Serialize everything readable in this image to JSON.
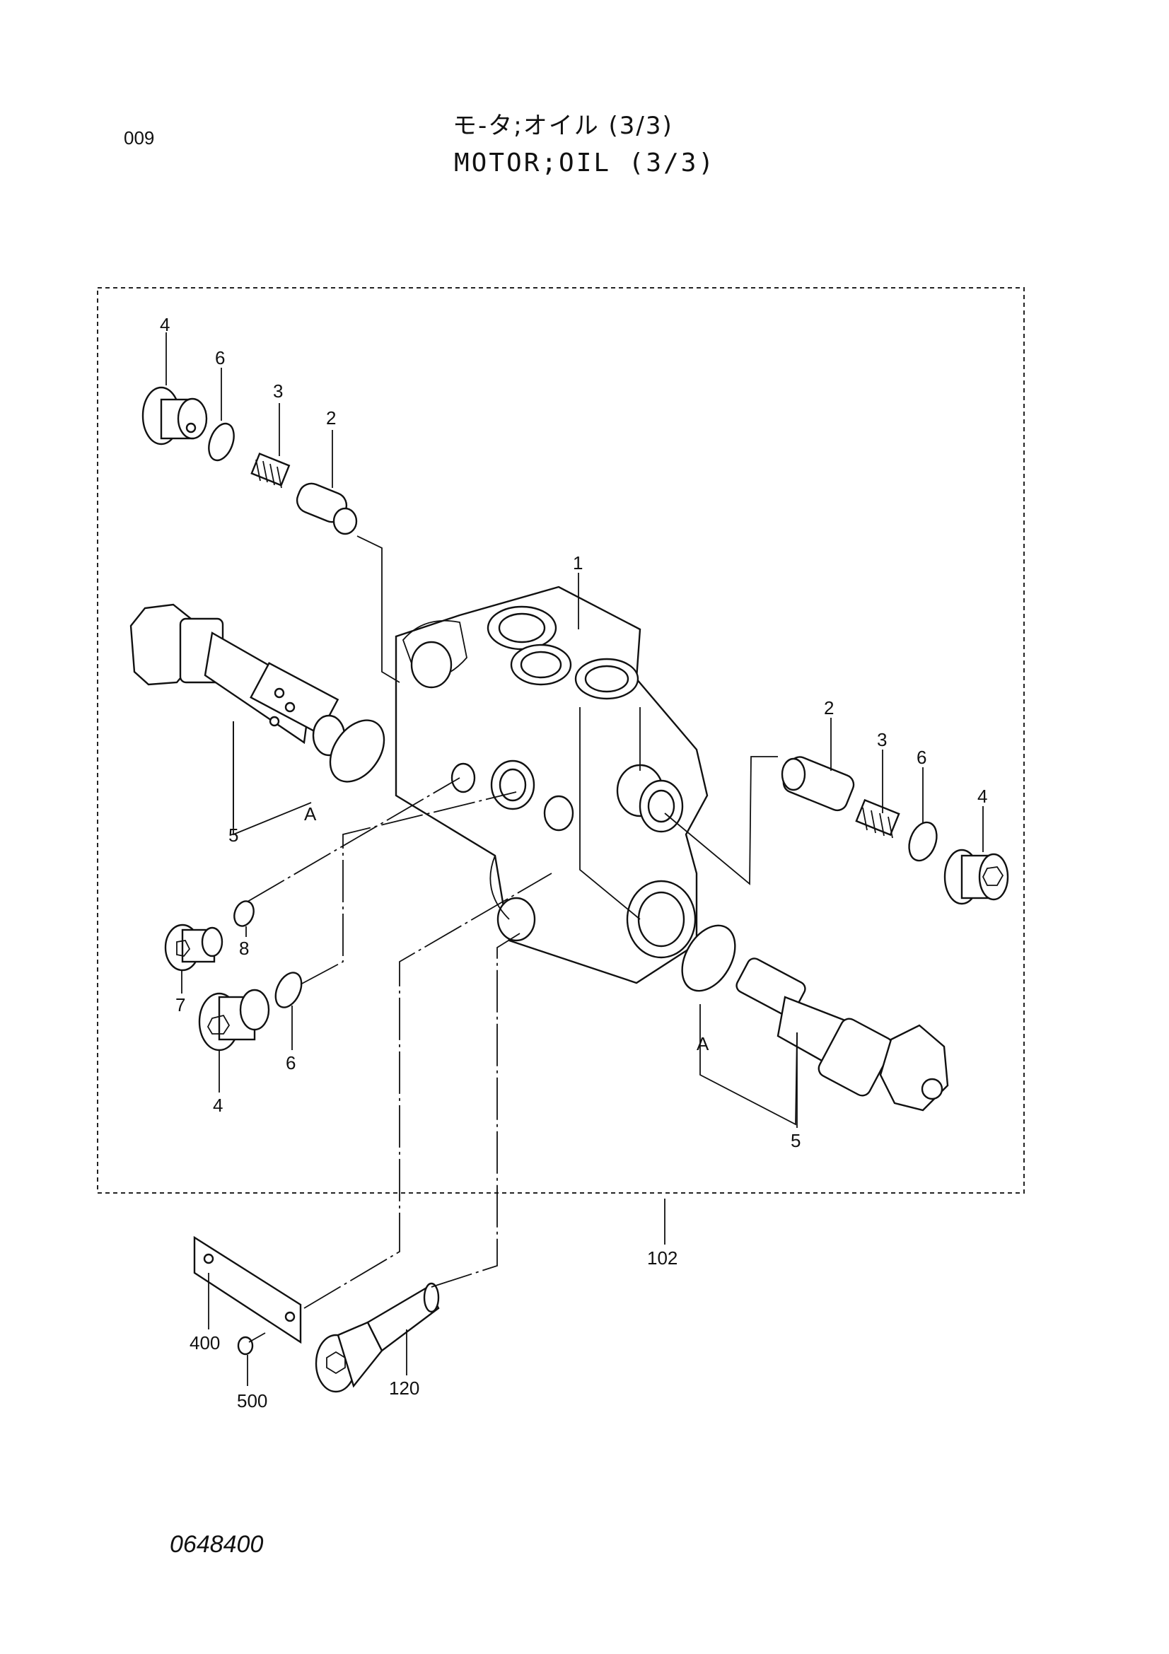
{
  "header": {
    "page_id": "009",
    "title_jp": "モ-タ;オイル (3/3)",
    "title_en": "MOTOR;OIL (3/3)"
  },
  "callouts": {
    "p1": "1",
    "p2_top": "2",
    "p3_top": "3",
    "p4_top": "4",
    "p6_top": "6",
    "p5_left": "5",
    "a_left": "A",
    "p2_right": "2",
    "p3_right": "3",
    "p6_right": "6",
    "p4_right": "4",
    "p7": "7",
    "p8": "8",
    "p6_bottom": "6",
    "p4_bottom": "4",
    "a_right": "A",
    "p5_right": "5",
    "p102": "102",
    "p400": "400",
    "p500": "500",
    "p120": "120"
  },
  "footer": {
    "drawing_code": "0648400"
  }
}
